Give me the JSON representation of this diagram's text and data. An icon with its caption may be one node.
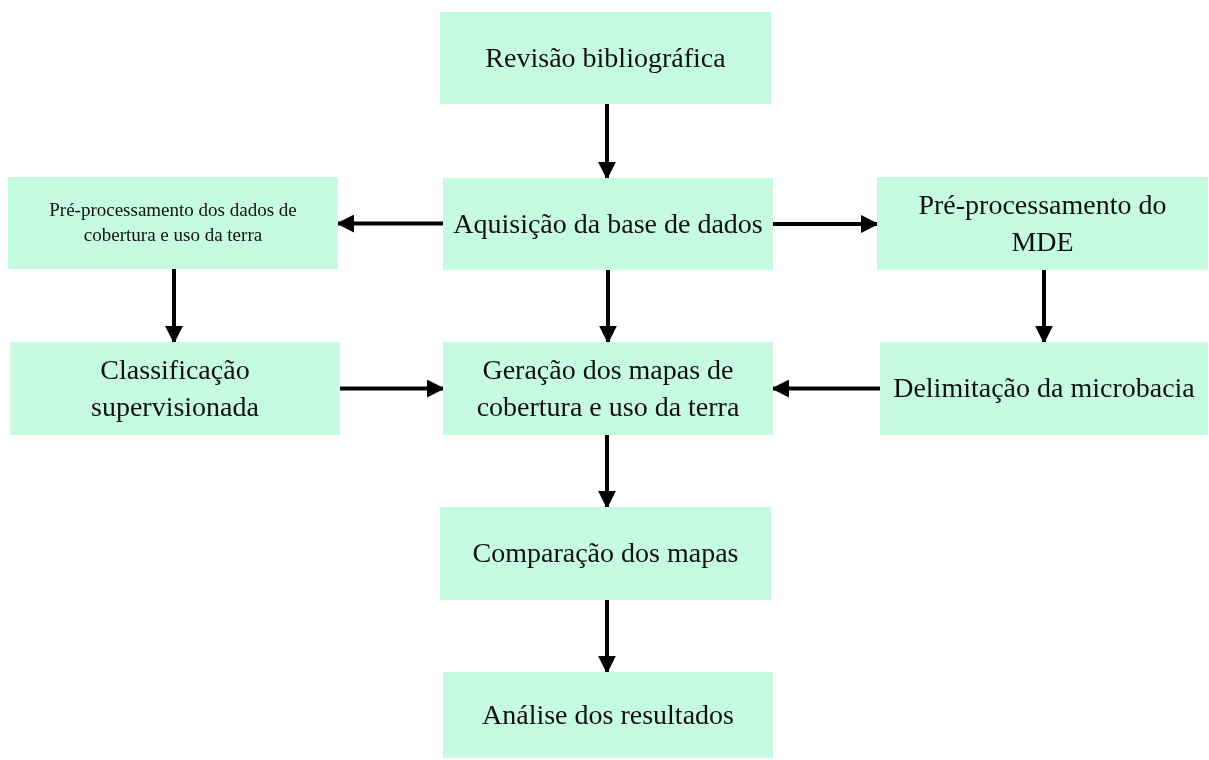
{
  "diagram": {
    "nodes": [
      {
        "text": [
          "Revisão bibliográfica"
        ]
      },
      {
        "text": [
          "Aquisição da base de dados"
        ]
      },
      {
        "text": [
          "Pré-processamento dos dados de cobertura e uso da terra"
        ]
      },
      {
        "text": [
          "Pré-processamento do MDE"
        ]
      },
      {
        "text": [
          "Classificação supervisionada"
        ]
      },
      {
        "text": [
          "Geração dos mapas de cobertura e uso da terra"
        ]
      },
      {
        "text": [
          "Delimitação da microbacia"
        ]
      },
      {
        "text": [
          "Comparação dos mapas"
        ]
      },
      {
        "text": [
          "Análise dos resultados"
        ]
      }
    ],
    "edges": [
      {
        "from": 0,
        "to": 1,
        "arrow": "to"
      },
      {
        "from": 1,
        "to": 2,
        "arrow": "to"
      },
      {
        "from": 1,
        "to": 3,
        "arrow": "to"
      },
      {
        "from": 1,
        "to": 5,
        "arrow": "to"
      },
      {
        "from": 2,
        "to": 4,
        "arrow": "to"
      },
      {
        "from": 3,
        "to": 6,
        "arrow": "to"
      },
      {
        "from": 4,
        "to": 5,
        "arrow": "to"
      },
      {
        "from": 6,
        "to": 5,
        "arrow": "to"
      },
      {
        "from": 5,
        "to": 7,
        "arrow": "to"
      },
      {
        "from": 7,
        "to": 8,
        "arrow": "to"
      }
    ]
  }
}
